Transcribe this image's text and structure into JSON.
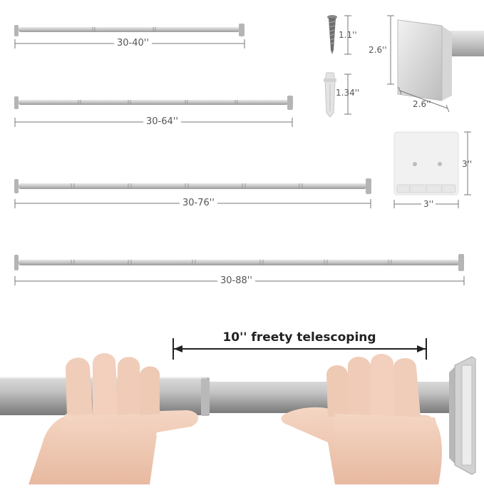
{
  "rods": [
    {
      "length_label": "30-40''"
    },
    {
      "length_label": "30-64''"
    },
    {
      "length_label": "30-76''"
    },
    {
      "length_label": "30-88''"
    }
  ],
  "screw": {
    "size_label": "1.1''"
  },
  "anchor": {
    "size_label": "1.34''"
  },
  "end_cap": {
    "height_label": "2.6''",
    "width_label": "2.6''"
  },
  "wall_bracket": {
    "height_label": "3''",
    "width_label": "3''"
  },
  "telescoping": {
    "label": "10'' freety telescoping"
  },
  "colors": {
    "rod": "#c4c4c4",
    "dimension_line": "#777777",
    "text": "#555555"
  }
}
